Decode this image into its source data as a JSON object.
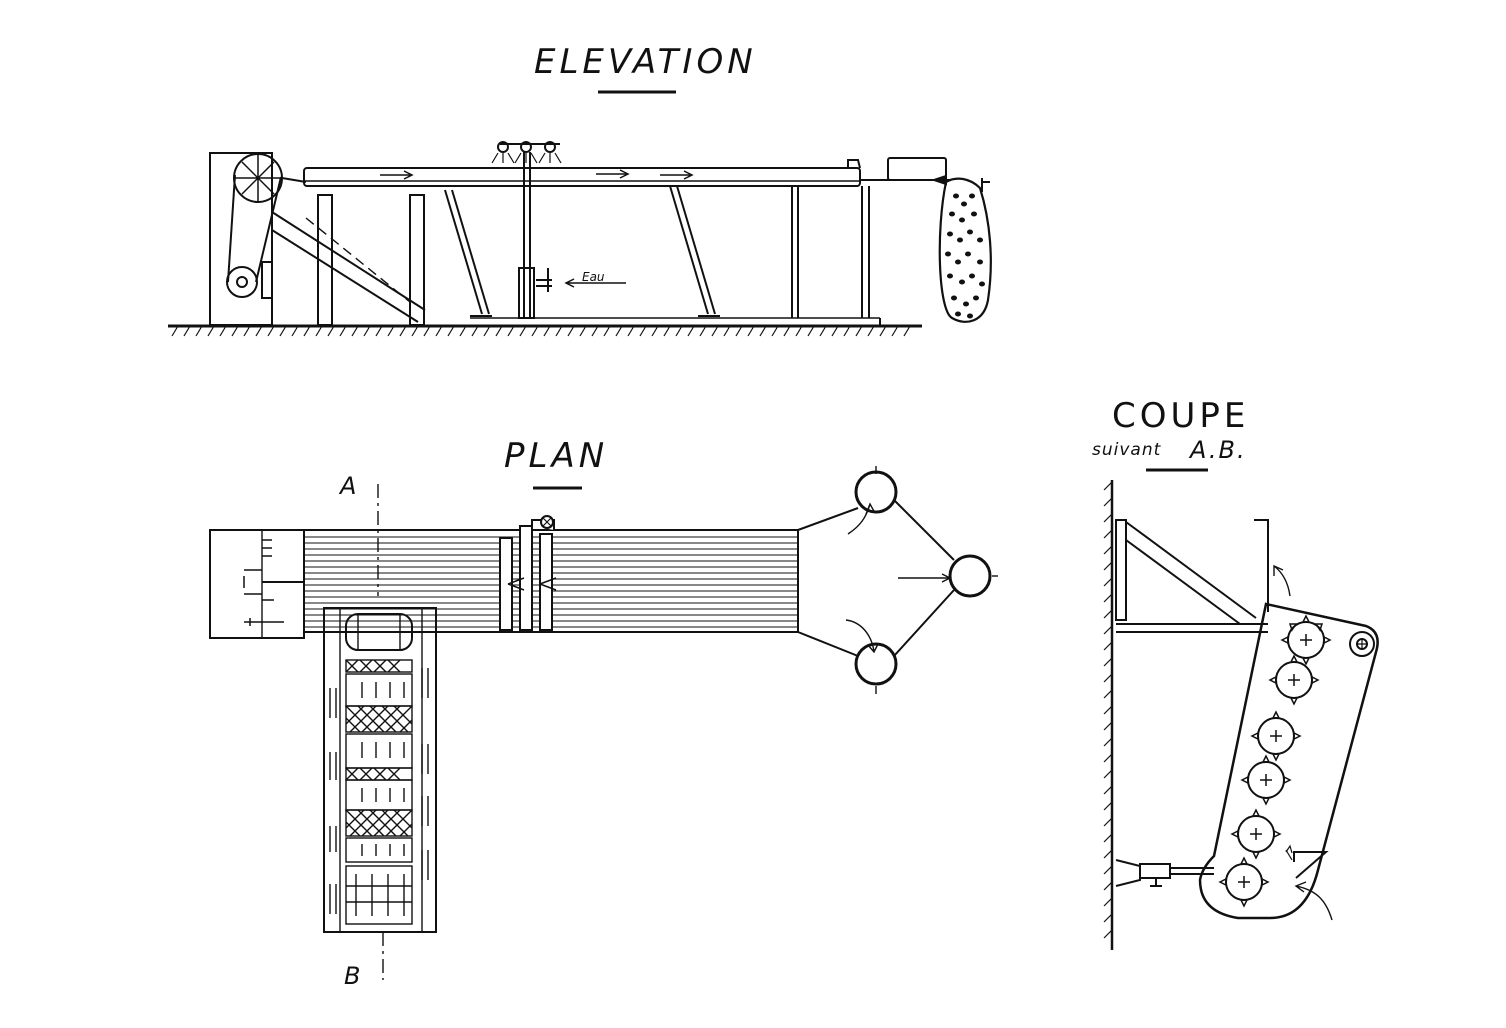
{
  "titles": {
    "elevation": "ELEVATION",
    "plan": "PLAN",
    "coupe": "COUPE",
    "coupe_sub": "suivant",
    "coupe_ref": "A.B."
  },
  "labels": {
    "water": "Eau",
    "section_a": "A",
    "section_b": "B"
  },
  "colors": {
    "ink": "#111111",
    "paper": "#ffffff"
  }
}
